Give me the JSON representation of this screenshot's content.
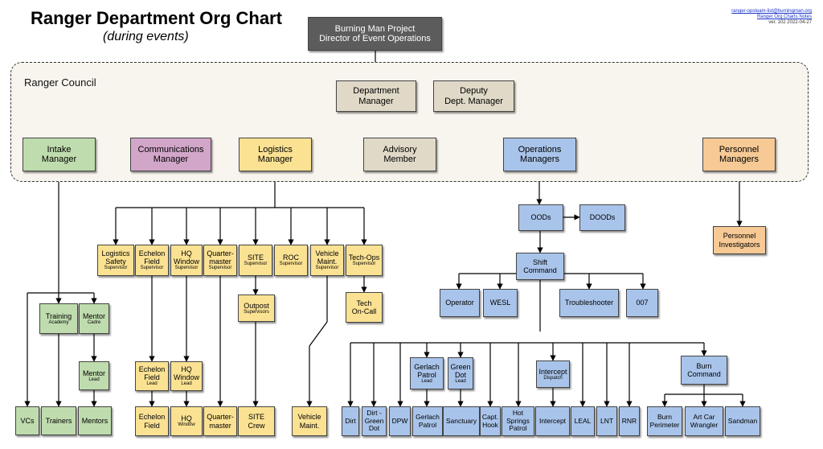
{
  "title": "Ranger Department Org Chart",
  "subtitle": "(during events)",
  "meta": {
    "email": "ranger-opsteam-list@burningman.org",
    "notes_link": "Ranger Org Charts Notes",
    "version": "ver. 102  2022-04-27"
  },
  "council_label": "Ranger Council",
  "colors": {
    "top": "#5c5c5c",
    "council": "#e0d9c7",
    "intake": "#bfdcae",
    "communications": "#d2a6c9",
    "logistics": "#fbe293",
    "operations": "#a9c4ea",
    "personnel": "#f6c995"
  },
  "nodes": {
    "director": {
      "text": "Burning Man Project\nDirector of Event Operations",
      "sub": ""
    },
    "dept_manager": {
      "text": "Department\nManager",
      "sub": ""
    },
    "deputy": {
      "text": "Deputy\nDept. Manager",
      "sub": ""
    },
    "intake": {
      "text": "Intake\nManager",
      "sub": ""
    },
    "communications": {
      "text": "Communications\nManager",
      "sub": ""
    },
    "logistics": {
      "text": "Logistics\nManager",
      "sub": ""
    },
    "advisory": {
      "text": "Advisory\nMember",
      "sub": ""
    },
    "operations": {
      "text": "Operations\nManagers",
      "sub": ""
    },
    "personnel": {
      "text": "Personnel\nManagers",
      "sub": ""
    },
    "log_safety": {
      "text": "Logistics\nSafety",
      "sub": "Supervisor"
    },
    "echelon_field": {
      "text": "Echelon\nField",
      "sub": "Supervisor"
    },
    "hq_window": {
      "text": "HQ\nWindow",
      "sub": "Supervisor"
    },
    "quartermaster": {
      "text": "Quarter-\nmaster",
      "sub": "Supervisor"
    },
    "site": {
      "text": "SITE",
      "sub": "Supervisor"
    },
    "roc": {
      "text": "ROC",
      "sub": "Supervisor"
    },
    "vehicle_maint": {
      "text": "Vehicle\nMaint.",
      "sub": "Supervisor"
    },
    "tech_ops": {
      "text": "Tech-Ops",
      "sub": "Supervisor"
    },
    "outpost": {
      "text": "Outpost",
      "sub": "Supervisors"
    },
    "tech_oncall": {
      "text": "Tech\nOn-Call",
      "sub": ""
    },
    "training": {
      "text": "Training",
      "sub": "Academy"
    },
    "mentor_cadre": {
      "text": "Mentor",
      "sub": "Cadre"
    },
    "mentor_lead": {
      "text": "Mentor",
      "sub": "Lead"
    },
    "echelon_lead": {
      "text": "Echelon\nField",
      "sub": "Lead"
    },
    "hq_window_lead": {
      "text": "HQ\nWindow",
      "sub": "Lead"
    },
    "vcs": {
      "text": "VCs",
      "sub": ""
    },
    "trainers": {
      "text": "Trainers",
      "sub": ""
    },
    "mentors": {
      "text": "Mentors",
      "sub": ""
    },
    "echelon_bottom": {
      "text": "Echelon\nField",
      "sub": ""
    },
    "hq_bottom": {
      "text": "HQ",
      "sub": "Window"
    },
    "quartermaster_bottom": {
      "text": "Quarter-\nmaster",
      "sub": ""
    },
    "site_crew": {
      "text": "SITE\nCrew",
      "sub": ""
    },
    "vehicle_bottom": {
      "text": "Vehicle\nMaint.",
      "sub": ""
    },
    "oods": {
      "text": "OODs",
      "sub": ""
    },
    "doods": {
      "text": "DOODs",
      "sub": ""
    },
    "personnel_inv": {
      "text": "Personnel\nInvestigators",
      "sub": ""
    },
    "shift_command": {
      "text": "Shift\nCommand",
      "sub": ""
    },
    "operator": {
      "text": "Operator",
      "sub": ""
    },
    "wesl": {
      "text": "WESL",
      "sub": ""
    },
    "troubleshooter": {
      "text": "Troubleshooter",
      "sub": ""
    },
    "oo7": {
      "text": "007",
      "sub": ""
    },
    "gerlach_lead": {
      "text": "Gerlach\nPatrol",
      "sub": "Lead"
    },
    "green_dot_lead": {
      "text": "Green\nDot",
      "sub": "Lead"
    },
    "intercept_dispatch": {
      "text": "Intercept",
      "sub": "Dispatch"
    },
    "burn_command": {
      "text": "Burn\nCommand",
      "sub": ""
    },
    "dirt": {
      "text": "Dirt",
      "sub": ""
    },
    "dirt_green_dot": {
      "text": "Dirt -\nGreen\nDot",
      "sub": ""
    },
    "dpw": {
      "text": "DPW",
      "sub": ""
    },
    "gerlach_patrol": {
      "text": "Gerlach\nPatrol",
      "sub": ""
    },
    "sanctuary": {
      "text": "Sanctuary",
      "sub": ""
    },
    "capt_hook": {
      "text": "Capt.\nHook",
      "sub": ""
    },
    "hot_springs": {
      "text": "Hot\nSprings\nPatrol",
      "sub": ""
    },
    "intercept": {
      "text": "Intercept",
      "sub": ""
    },
    "leal": {
      "text": "LEAL",
      "sub": ""
    },
    "lnt": {
      "text": "LNT",
      "sub": ""
    },
    "rnr": {
      "text": "RNR",
      "sub": ""
    },
    "burn_perimeter": {
      "text": "Burn\nPerimeter",
      "sub": ""
    },
    "art_car": {
      "text": "Art Car\nWrangler",
      "sub": ""
    },
    "sandman": {
      "text": "Sandman",
      "sub": ""
    }
  }
}
